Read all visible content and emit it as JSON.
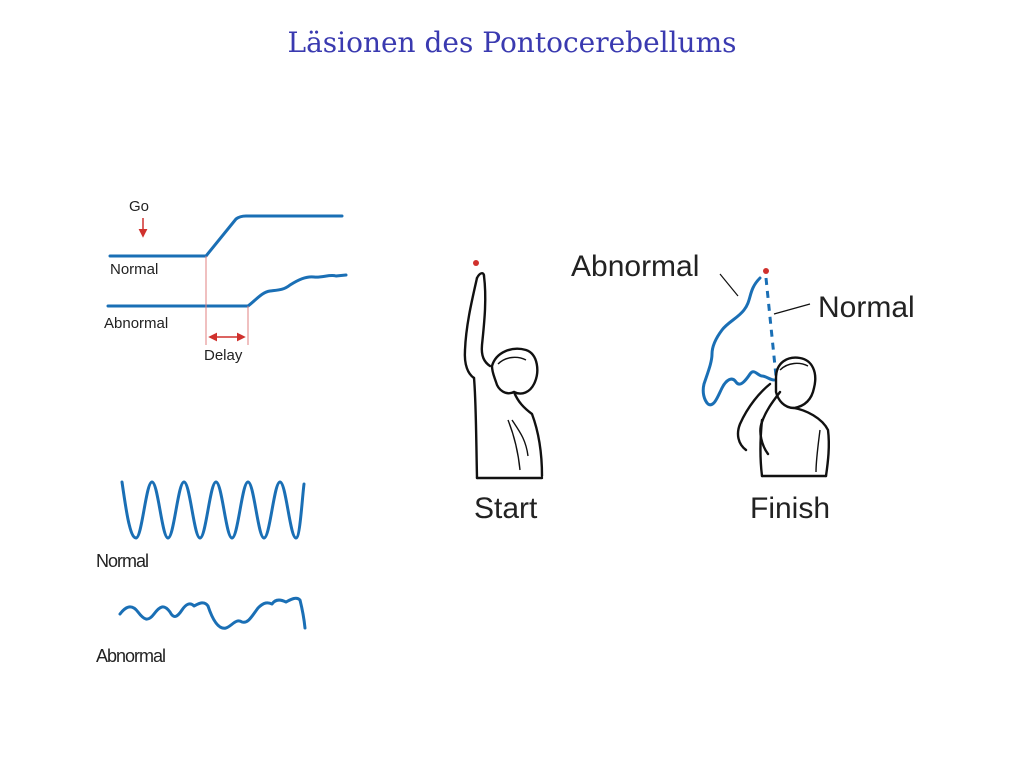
{
  "title": "Läsionen des Pontocerebellums",
  "timing": {
    "go_label": "Go",
    "normal_label": "Normal",
    "abnormal_label": "Abnormal",
    "delay_label": "Delay"
  },
  "tremor": {
    "normal_label": "Normal",
    "abnormal_label": "Abnormal"
  },
  "reach": {
    "start_label": "Start",
    "finish_label": "Finish",
    "abnormal_label": "Abnormal",
    "normal_label": "Normal"
  },
  "colors": {
    "title": "#3a3ab0",
    "trace": "#1a6fb5",
    "marker": "#d0312d",
    "ink": "#111111"
  }
}
